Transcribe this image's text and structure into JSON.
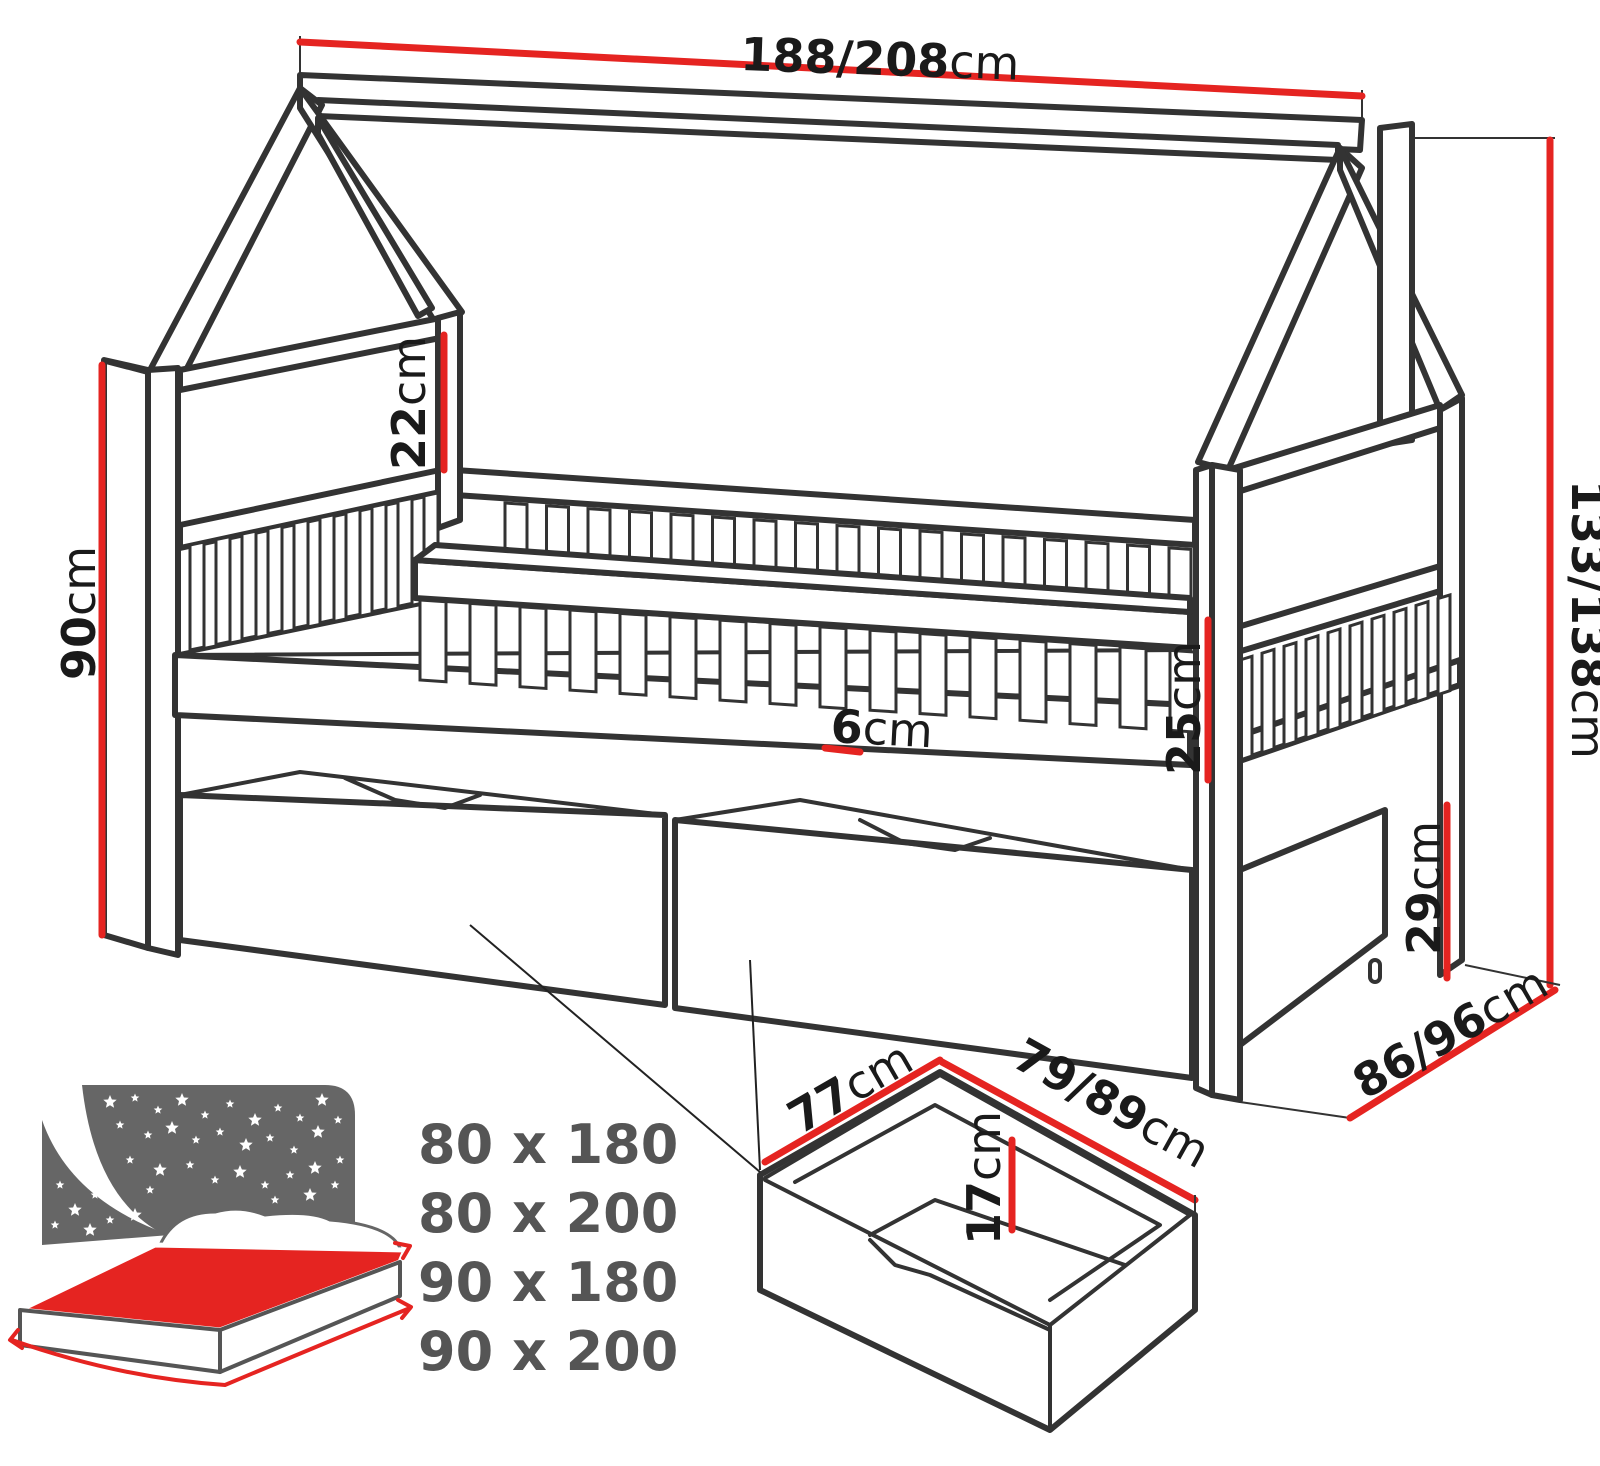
{
  "dimensions": {
    "width_top": {
      "num": "188/208",
      "unit": "cm"
    },
    "total_height": {
      "num": "133/138",
      "unit": "cm"
    },
    "post_height": {
      "num": "90",
      "unit": "cm"
    },
    "window_height": {
      "num": "22",
      "unit": "cm"
    },
    "rail_height": {
      "num": "25",
      "unit": "cm"
    },
    "rail_gap": {
      "num": "6",
      "unit": "cm"
    },
    "drawer_space": {
      "num": "29",
      "unit": "cm"
    },
    "depth": {
      "num": "86/96",
      "unit": "cm"
    },
    "drawer_width": {
      "num": "77",
      "unit": "cm"
    },
    "drawer_length": {
      "num": "79/89",
      "unit": "cm"
    },
    "drawer_height": {
      "num": "17",
      "unit": "cm"
    }
  },
  "mattress_sizes": [
    "80 x 180",
    "80 x 200",
    "90 x 180",
    "90 x 200"
  ],
  "colors": {
    "dimension_line": "#e52421",
    "outline": "#333333",
    "size_text": "#555555"
  },
  "icons": {
    "mattress": "mattress-stars-icon"
  }
}
